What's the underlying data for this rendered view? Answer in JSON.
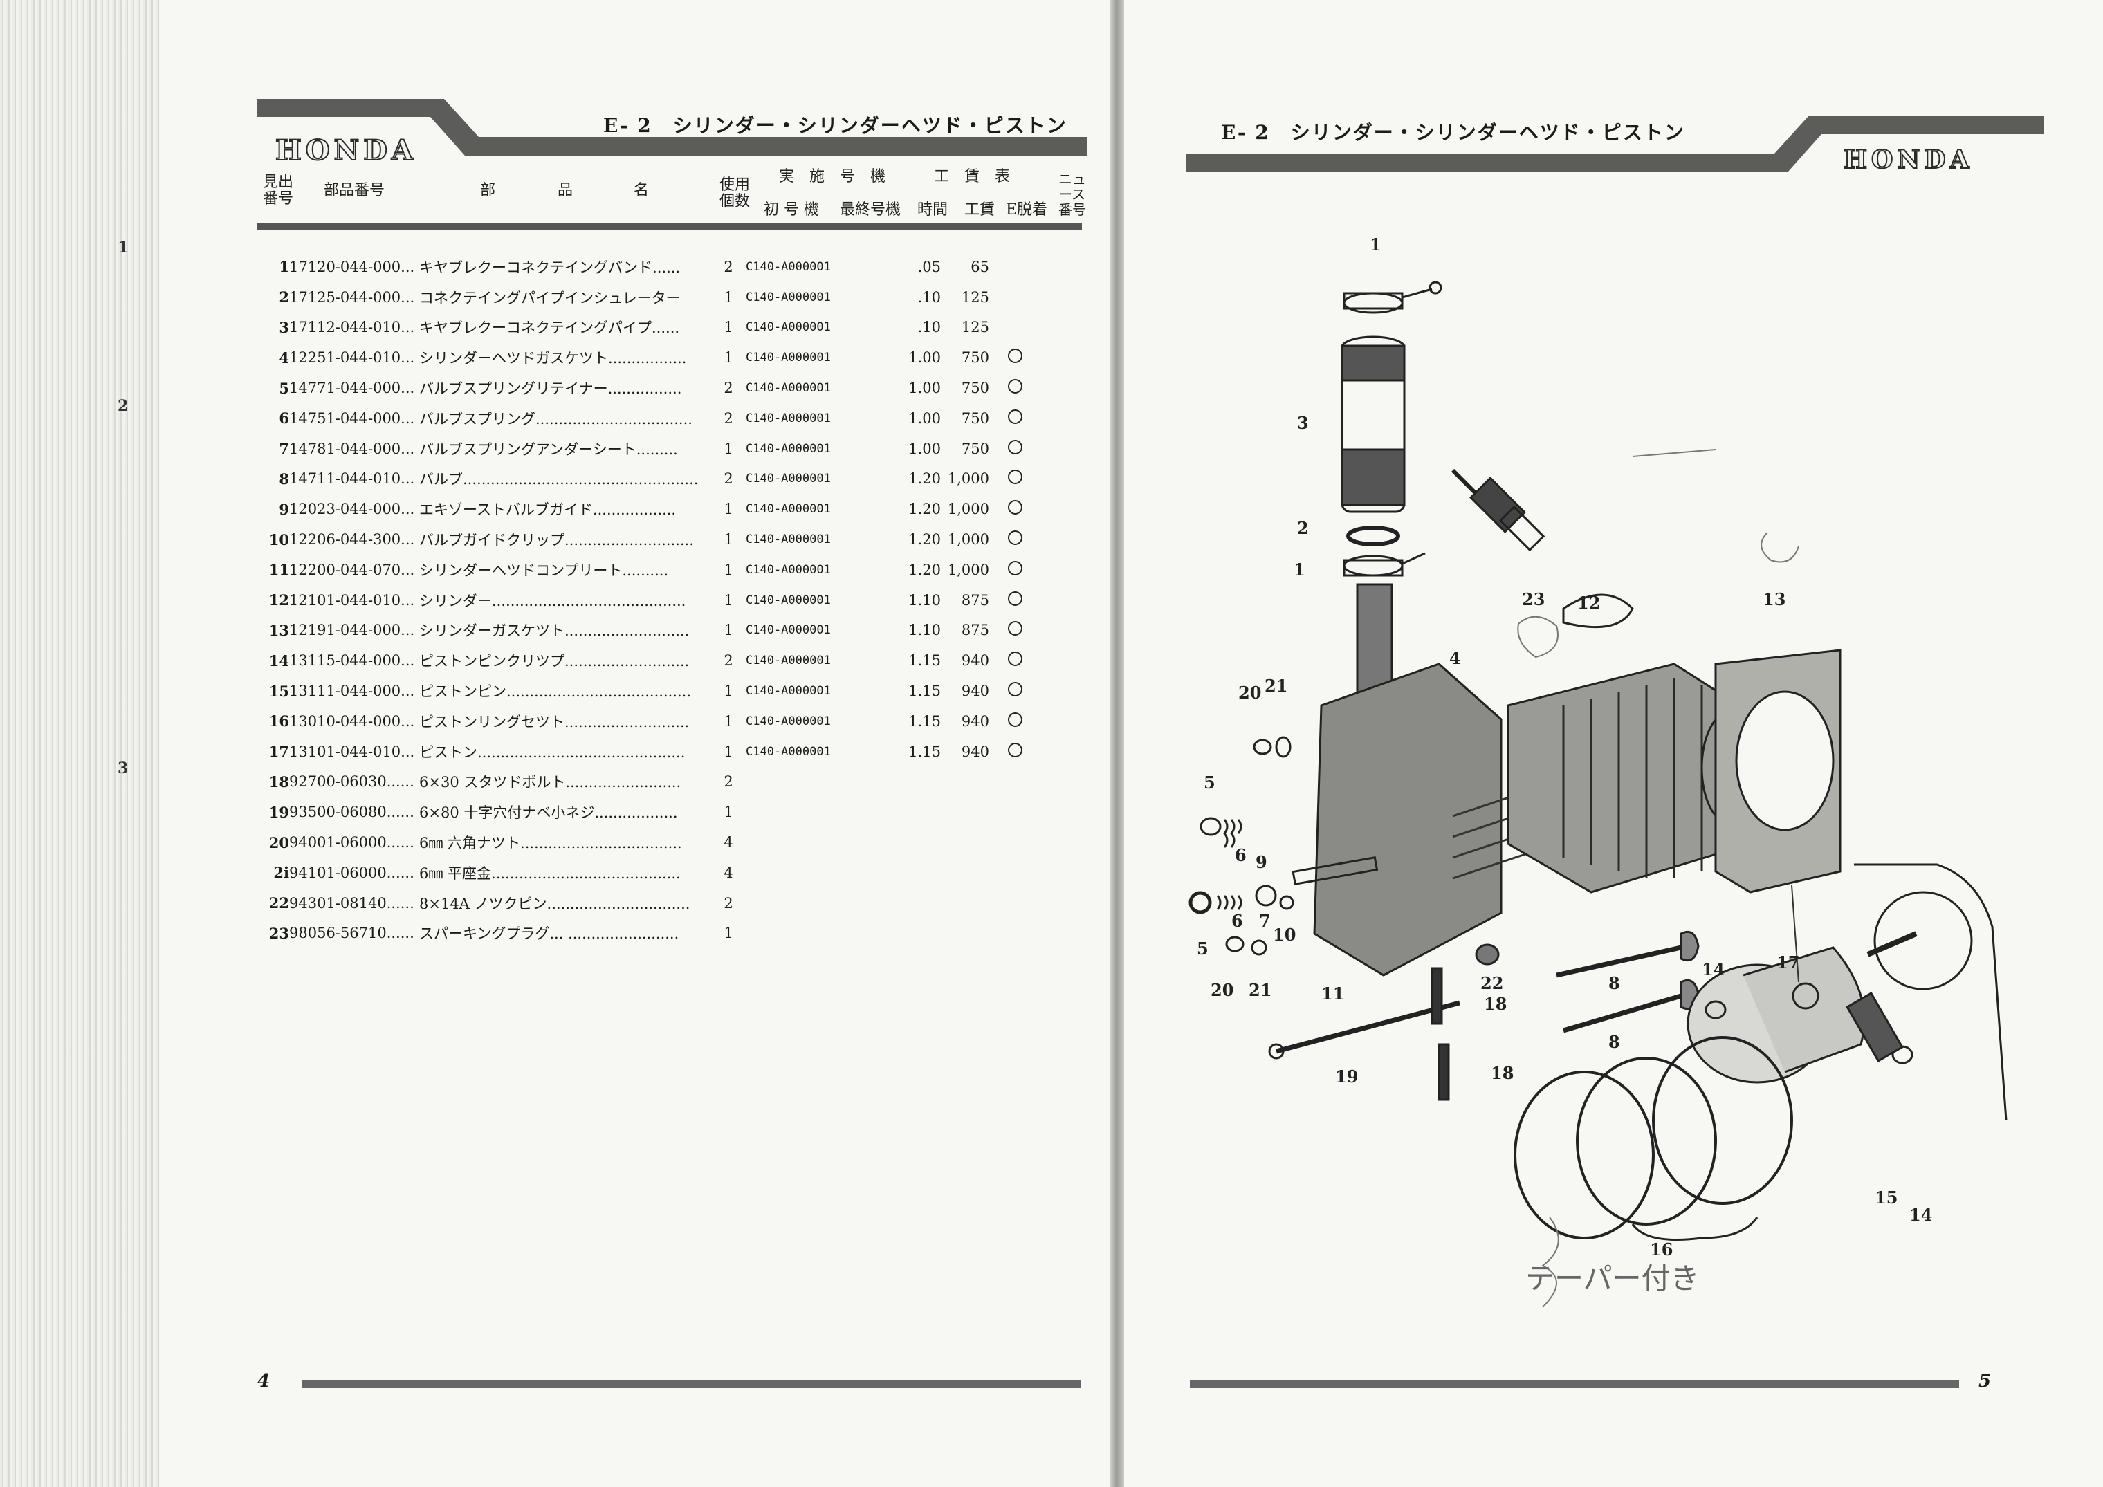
{
  "brand": "HONDA",
  "section": {
    "code": "E- 2",
    "title": "シリンダー・シリンダーヘツド・ピストン"
  },
  "left_margin_numbers": [
    "1",
    "2",
    "3"
  ],
  "columns": {
    "index": "見出\n番号",
    "part_no": "部品番号",
    "name_chars": [
      "部",
      "品",
      "名"
    ],
    "qty": "使用\n個数",
    "serial_group": "実　施　号　機",
    "first_serial": "初 号 機",
    "last_serial": "最終号機",
    "labor_group": "工　賃　表",
    "hours": "時間",
    "cost": "工賃",
    "e": "E脱着",
    "news": "ニュ\nース\n番号"
  },
  "rows": [
    {
      "idx": "1",
      "no": "17120-044-000...",
      "name": "キヤブレクーコネクテイングバンド......",
      "qty": "2",
      "first": "C140-A000001",
      "time": ".05",
      "cost": "65",
      "e": ""
    },
    {
      "idx": "2",
      "no": "17125-044-000...",
      "name": "コネクテイングパイプインシュレーター",
      "qty": "1",
      "first": "C140-A000001",
      "time": ".10",
      "cost": "125",
      "e": ""
    },
    {
      "idx": "3",
      "no": "17112-044-010...",
      "name": "キヤブレクーコネクテイングパイプ......",
      "qty": "1",
      "first": "C140-A000001",
      "time": ".10",
      "cost": "125",
      "e": ""
    },
    {
      "idx": "4",
      "no": "12251-044-010...",
      "name": "シリンダーヘツドガスケツト.................",
      "qty": "1",
      "first": "C140-A000001",
      "time": "1.00",
      "cost": "750",
      "e": "○"
    },
    {
      "idx": "5",
      "no": "14771-044-000...",
      "name": "バルブスプリングリテイナー................",
      "qty": "2",
      "first": "C140-A000001",
      "time": "1.00",
      "cost": "750",
      "e": "○"
    },
    {
      "idx": "6",
      "no": "14751-044-000...",
      "name": "バルブスプリング..................................",
      "qty": "2",
      "first": "C140-A000001",
      "time": "1.00",
      "cost": "750",
      "e": "○"
    },
    {
      "idx": "7",
      "no": "14781-044-000...",
      "name": "バルブスプリングアンダーシート.........",
      "qty": "1",
      "first": "C140-A000001",
      "time": "1.00",
      "cost": "750",
      "e": "○"
    },
    {
      "idx": "8",
      "no": "14711-044-010...",
      "name": "バルブ...................................................",
      "qty": "2",
      "first": "C140-A000001",
      "time": "1.20",
      "cost": "1,000",
      "e": "○"
    },
    {
      "idx": "9",
      "no": "12023-044-000...",
      "name": "エキゾーストバルブガイド..................",
      "qty": "1",
      "first": "C140-A000001",
      "time": "1.20",
      "cost": "1,000",
      "e": "○"
    },
    {
      "idx": "10",
      "no": "12206-044-300...",
      "name": "バルブガイドクリップ............................",
      "qty": "1",
      "first": "C140-A000001",
      "time": "1.20",
      "cost": "1,000",
      "e": "○"
    },
    {
      "idx": "11",
      "no": "12200-044-070...",
      "name": "シリンダーヘツドコンプリート..........",
      "qty": "1",
      "first": "C140-A000001",
      "time": "1.20",
      "cost": "1,000",
      "e": "○"
    },
    {
      "idx": "12",
      "no": "12101-044-010...",
      "name": "シリンダー..........................................",
      "qty": "1",
      "first": "C140-A000001",
      "time": "1.10",
      "cost": "875",
      "e": "○"
    },
    {
      "idx": "13",
      "no": "12191-044-000...",
      "name": "シリンダーガスケツト...........................",
      "qty": "1",
      "first": "C140-A000001",
      "time": "1.10",
      "cost": "875",
      "e": "○"
    },
    {
      "idx": "14",
      "no": "13115-044-000...",
      "name": "ピストンピンクリツプ...........................",
      "qty": "2",
      "first": "C140-A000001",
      "time": "1.15",
      "cost": "940",
      "e": "○"
    },
    {
      "idx": "15",
      "no": "13111-044-000...",
      "name": "ピストンピン........................................",
      "qty": "1",
      "first": "C140-A000001",
      "time": "1.15",
      "cost": "940",
      "e": "○"
    },
    {
      "idx": "16",
      "no": "13010-044-000...",
      "name": "ピストンリングセツト...........................",
      "qty": "1",
      "first": "C140-A000001",
      "time": "1.15",
      "cost": "940",
      "e": "○"
    },
    {
      "idx": "17",
      "no": "13101-044-010...",
      "name": "ピストン.............................................",
      "qty": "1",
      "first": "C140-A000001",
      "time": "1.15",
      "cost": "940",
      "e": "○"
    },
    {
      "idx": "18",
      "no": "92700-06030......",
      "name": "6×30 スタツドボルト.........................",
      "qty": "2",
      "first": "",
      "time": "",
      "cost": "",
      "e": ""
    },
    {
      "idx": "19",
      "no": "93500-06080......",
      "name": "6×80 十字穴付ナベ小ネジ..................",
      "qty": "1",
      "first": "",
      "time": "",
      "cost": "",
      "e": ""
    },
    {
      "idx": "20",
      "no": "94001-06000......",
      "name": "6㎜ 六角ナツト...................................",
      "qty": "4",
      "first": "",
      "time": "",
      "cost": "",
      "e": ""
    },
    {
      "idx": "2i",
      "no": "94101-06000......",
      "name": "6㎜ 平座金.........................................",
      "qty": "4",
      "first": "",
      "time": "",
      "cost": "",
      "e": ""
    },
    {
      "idx": "22",
      "no": "94301-08140......",
      "name": "8×14A ノツクピン...............................",
      "qty": "2",
      "first": "",
      "time": "",
      "cost": "",
      "e": ""
    },
    {
      "idx": "23",
      "no": "98056-56710......",
      "name": "スパーキングプラグ... ........................",
      "qty": "1",
      "first": "",
      "time": "",
      "cost": "",
      "e": ""
    }
  ],
  "page_left": "4",
  "page_right": "5",
  "diagram_callouts": [
    "1",
    "3",
    "2",
    "1",
    "23",
    "12",
    "13",
    "4",
    "20",
    "21",
    "5",
    "6",
    "9",
    "7",
    "10",
    "5",
    "6",
    "20",
    "21",
    "11",
    "22",
    "18",
    "18",
    "19",
    "8",
    "8",
    "14",
    "17",
    "15",
    "14",
    "16"
  ],
  "handwritten_note": "テーパー付き"
}
